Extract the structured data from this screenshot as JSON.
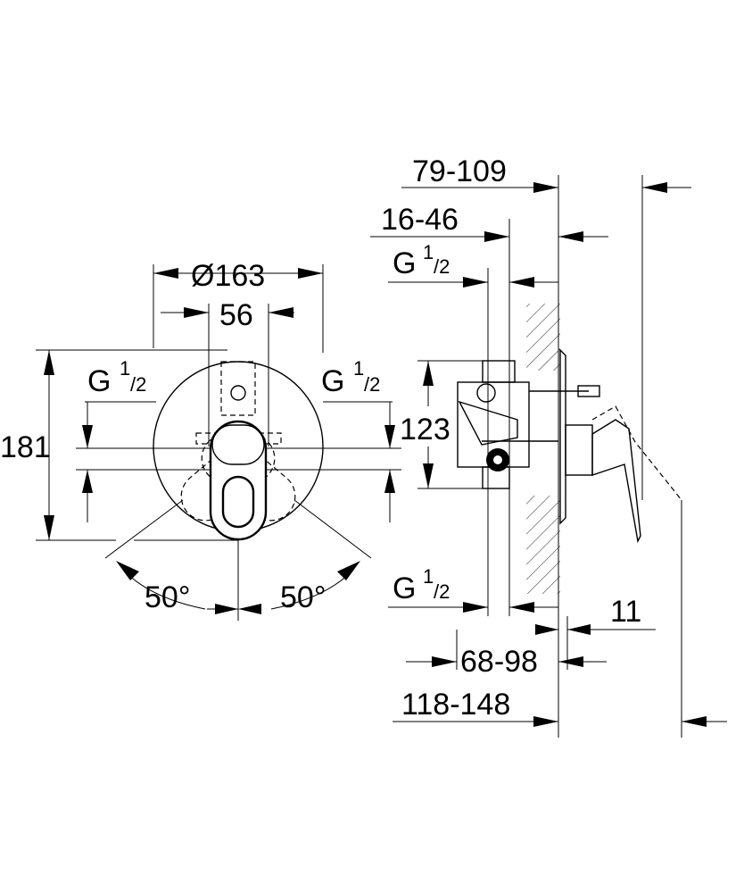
{
  "dimensions": {
    "d_79_109": "79-109",
    "d_16_46": "16-46",
    "g_top_right_G": "G",
    "g_top_right_num": "1",
    "g_top_right_den": "/2",
    "d_163": "Ø163",
    "d_56": "56",
    "g_left_G": "G",
    "g_left_num": "1",
    "g_left_den": "/2",
    "g_mid_G": "G",
    "g_mid_num": "1",
    "g_mid_den": "/2",
    "d_181": "181",
    "d_123": "123",
    "angle_left": "50°",
    "angle_right": "50°",
    "g_bottom_G": "G",
    "g_bottom_num": "1",
    "g_bottom_den": "/2",
    "d_11": "11",
    "d_68_98": "68-98",
    "d_118_148": "118-148"
  }
}
